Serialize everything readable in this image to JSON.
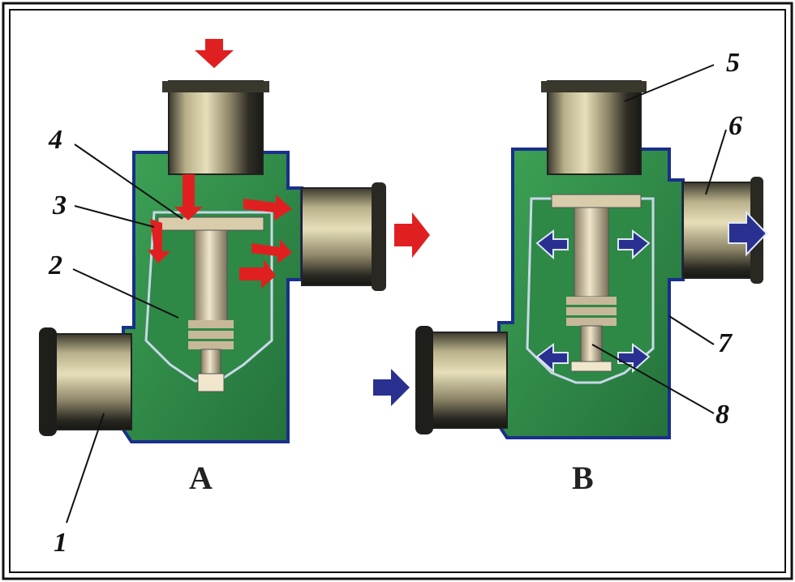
{
  "diagram": {
    "panels": [
      {
        "id": "A",
        "label": "A"
      },
      {
        "id": "B",
        "label": "B"
      }
    ],
    "callouts": [
      "1",
      "2",
      "3",
      "4",
      "5",
      "6",
      "7",
      "8"
    ],
    "colors": {
      "housing": "#2f8a45",
      "housing_dark": "#1e5e2e",
      "outline": "#1a2f8a",
      "pipe_light": "#d9d2a8",
      "pipe_dark": "#2a2a22",
      "hot_arrow": "#e02020",
      "cold_arrow": "#2a3090",
      "frame": "#111111"
    }
  }
}
